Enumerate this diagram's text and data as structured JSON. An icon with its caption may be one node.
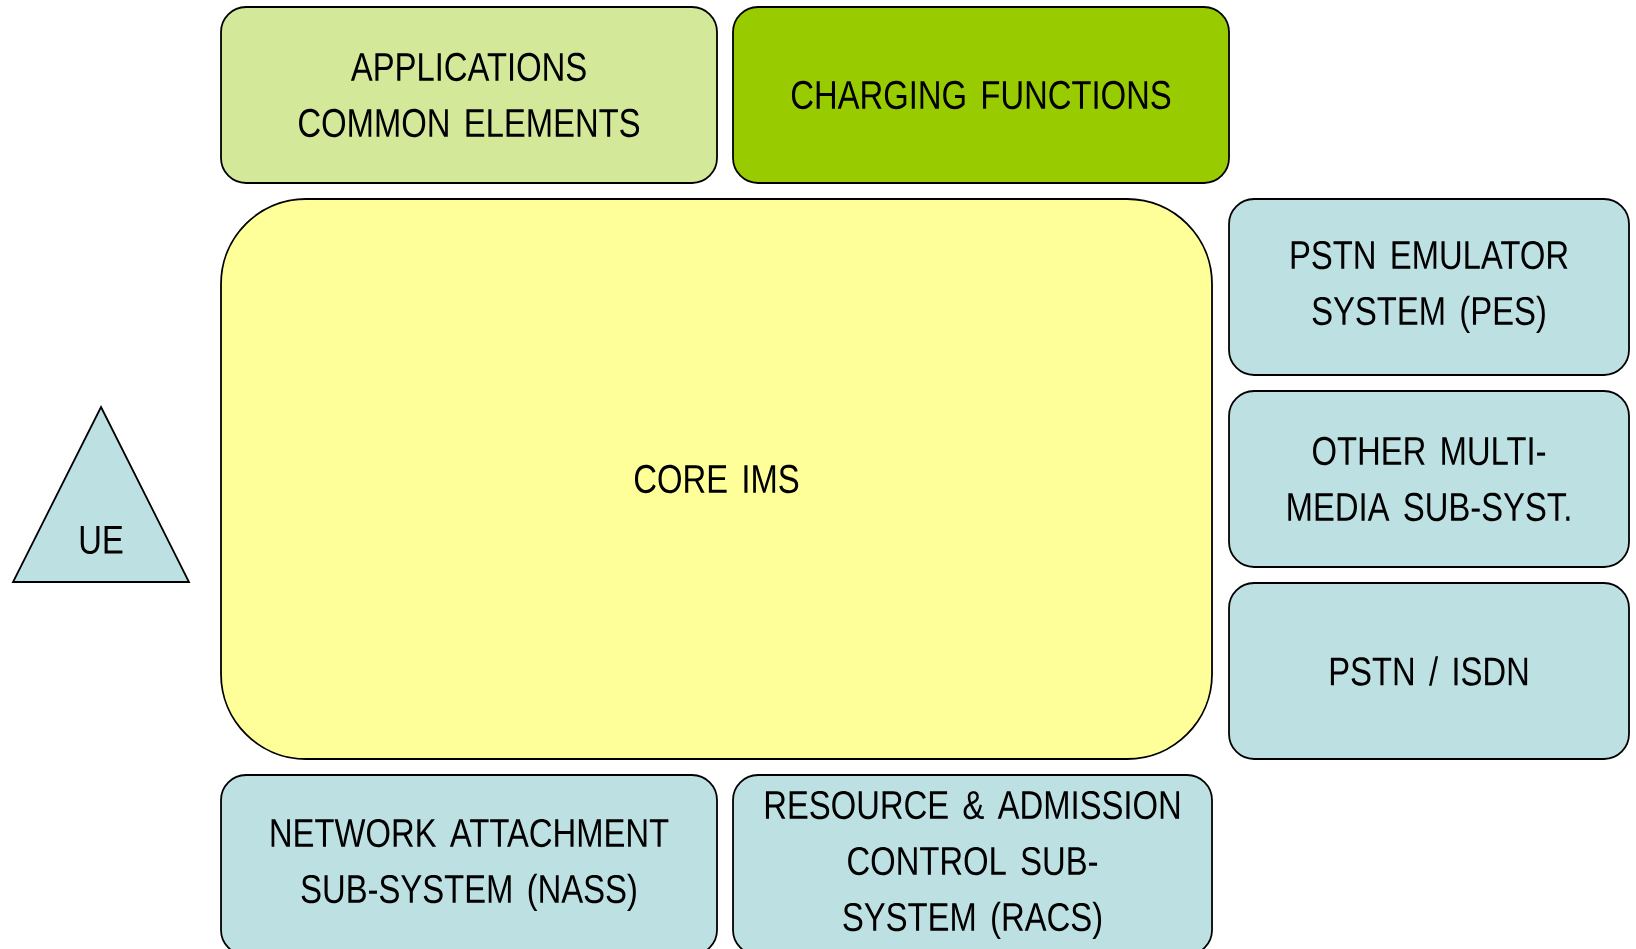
{
  "diagram": {
    "nodes": [
      {
        "text": [
          "APPLICATIONS COMMON ELEMENTS"
        ]
      },
      {
        "text": [
          "CHARGING FUNCTIONS"
        ]
      },
      {
        "text": [
          "CORE IMS"
        ]
      },
      {
        "text": [
          "PSTN EMULATOR SYSTEM (PES)"
        ]
      },
      {
        "text": [
          "OTHER MULTI-MEDIA SUB-SYST."
        ]
      },
      {
        "text": [
          "UE"
        ]
      },
      {
        "text": [
          "PSTN / ISDN"
        ]
      },
      {
        "text": [
          "NETWORK ATTACHMENT SUB-SYSTEM (NASS)"
        ]
      },
      {
        "text": [
          "RESOURCE & ADMISSION CONTROL SUB-SYSTEM (RACS)"
        ]
      }
    ]
  }
}
